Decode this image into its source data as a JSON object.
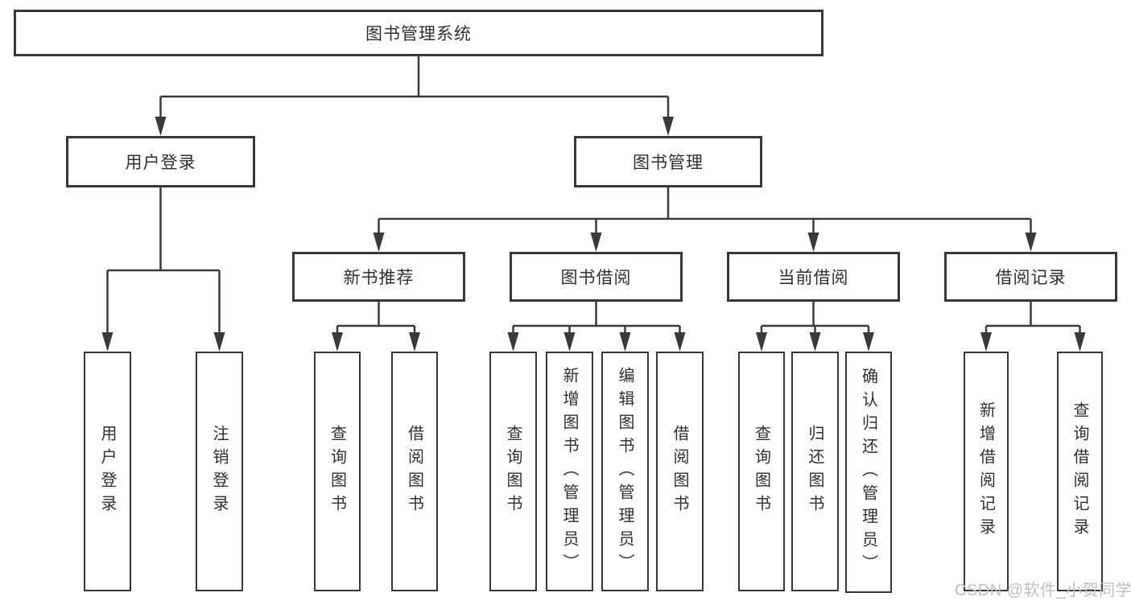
{
  "title": "图书管理系统",
  "colors": {
    "line": "#3a3a3a",
    "border": "#383838",
    "text": "#303030",
    "background": "#ffffff",
    "watermark": "#c0c0c0"
  },
  "diagram": {
    "root": {
      "label": "图书管理系统"
    },
    "level2": [
      {
        "label": "用户登录"
      },
      {
        "label": "图书管理"
      }
    ],
    "level3": [
      {
        "label": "新书推荐"
      },
      {
        "label": "图书借阅"
      },
      {
        "label": "当前借阅"
      },
      {
        "label": "借阅记录"
      }
    ],
    "leaves": {
      "user_login": [
        "用户登录",
        "注销登录"
      ],
      "new_books": [
        "查询图书",
        "借阅图书"
      ],
      "book_borrow": [
        "查询图书",
        "新增图书（管理员）",
        "编辑图书（管理员）",
        "借阅图书"
      ],
      "current_borrow": [
        "查询图书",
        "归还图书",
        "确认归还（管理员）"
      ],
      "borrow_records": [
        "新增借阅记录",
        "查询借阅记录"
      ]
    }
  },
  "watermark": {
    "text": "CSDN @软件_小贺同学"
  }
}
